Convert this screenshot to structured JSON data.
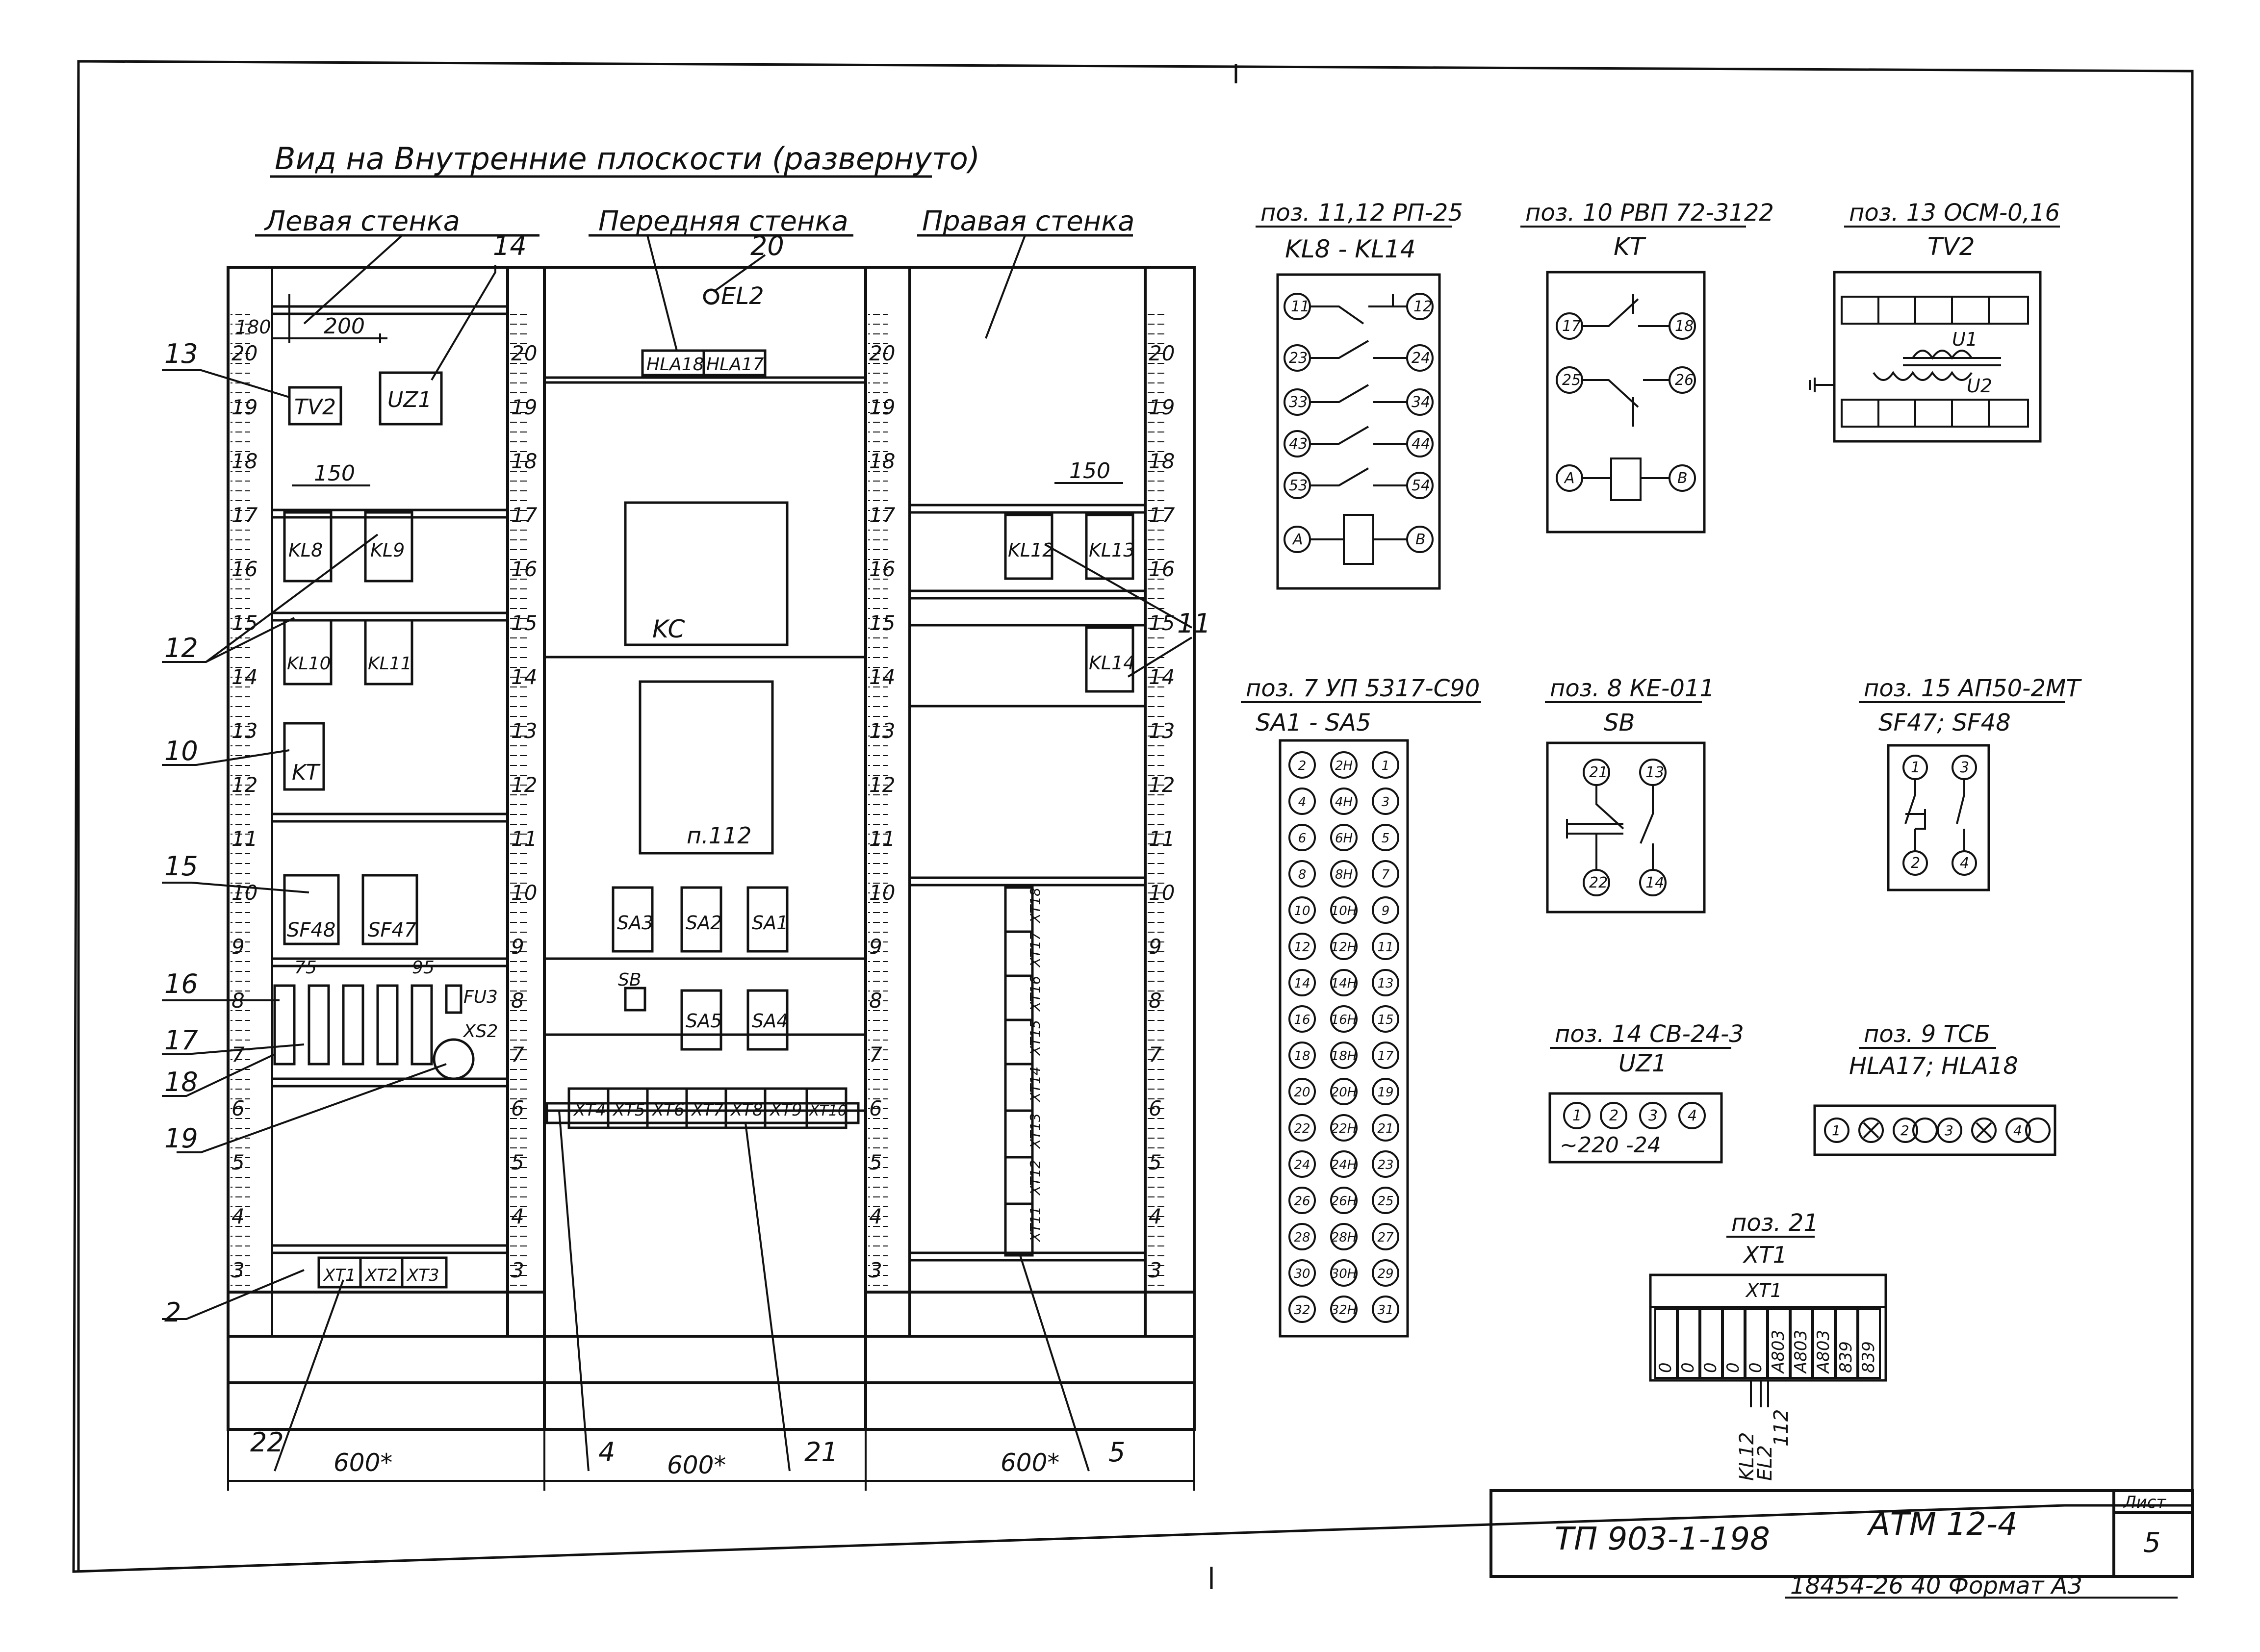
{
  "title": "Вид на Внутренние плоскости (развернуто)",
  "walls": {
    "left": "Левая стенка",
    "front": "Передняя стенка",
    "right": "Правая стенка"
  },
  "scale_left": [
    "20",
    "19",
    "18",
    "17",
    "16",
    "15",
    "14",
    "13",
    "12",
    "11",
    "10",
    "9",
    "8",
    "7",
    "6",
    "5",
    "4",
    "3"
  ],
  "dimensions": {
    "d180": "180",
    "d200": "200",
    "d150a": "150",
    "d150b": "150",
    "d75": "75",
    "d95": "95",
    "w_left": "600*",
    "w_front": "600*",
    "w_right": "600*"
  },
  "callouts": [
    "13",
    "14",
    "12",
    "10",
    "15",
    "16",
    "17",
    "18",
    "19",
    "2",
    "22",
    "4",
    "21",
    "5",
    "20",
    "11"
  ],
  "left_devices": [
    "TV2",
    "UZ1",
    "KL8",
    "KL9",
    "KL10",
    "KL11",
    "KT",
    "SF48",
    "SF47",
    "FU3",
    "XS2",
    "XT1",
    "XT2",
    "XT3"
  ],
  "front_devices": [
    "EL2",
    "HLA18",
    "HLA17",
    "KC",
    "п.112",
    "SA3",
    "SA2",
    "SA1",
    "SB",
    "SA5",
    "SA4",
    "XT4",
    "XT5",
    "XT6",
    "XT7",
    "XT8",
    "XT9",
    "XT10"
  ],
  "right_devices": [
    "KL12",
    "KL13",
    "KL14",
    "XT18",
    "XT17",
    "XT16",
    "XT15",
    "XT14",
    "XT13",
    "XT12",
    "XT11"
  ],
  "specs": {
    "rp25": {
      "title": "поз. 11,12 РП-25",
      "sub": "KL8 - KL14",
      "terms": [
        "11",
        "12",
        "23",
        "24",
        "33",
        "34",
        "43",
        "44",
        "53",
        "54",
        "A",
        "B"
      ]
    },
    "rvp": {
      "title": "поз. 10 РВП 72-3122",
      "sub": "KT",
      "terms": [
        "17",
        "18",
        "25",
        "26",
        "A",
        "B"
      ]
    },
    "osm": {
      "title": "поз. 13 ОСМ-0,16",
      "sub": "TV2",
      "u1": "U1",
      "u2": "U2"
    },
    "up5317": {
      "title": "поз. 7 УП 5317-С90",
      "sub": "SA1 - SA5",
      "rows": [
        [
          "2",
          "2Н",
          "1"
        ],
        [
          "4",
          "4Н",
          "3"
        ],
        [
          "6",
          "6Н",
          "5"
        ],
        [
          "8",
          "8Н",
          "7"
        ],
        [
          "10",
          "10Н",
          "9"
        ],
        [
          "12",
          "12Н",
          "11"
        ],
        [
          "14",
          "14Н",
          "13"
        ],
        [
          "16",
          "16Н",
          "15"
        ],
        [
          "18",
          "18Н",
          "17"
        ],
        [
          "20",
          "20Н",
          "19"
        ],
        [
          "22",
          "22Н",
          "21"
        ],
        [
          "24",
          "24Н",
          "23"
        ],
        [
          "26",
          "26Н",
          "25"
        ],
        [
          "28",
          "28Н",
          "27"
        ],
        [
          "30",
          "30Н",
          "29"
        ],
        [
          "32",
          "32Н",
          "31"
        ]
      ]
    },
    "ke011": {
      "title": "поз. 8 КЕ-011",
      "sub": "SB",
      "terms": [
        "21",
        "13",
        "22",
        "14"
      ]
    },
    "ap50": {
      "title": "поз. 15 АП50-2МТ",
      "sub": "SF47; SF48",
      "terms": [
        "1",
        "3",
        "2",
        "4"
      ]
    },
    "sv24": {
      "title": "поз. 14 СВ-24-3",
      "sub": "UZ1",
      "terms": [
        "1",
        "2",
        "3",
        "4"
      ],
      "volt": "~220  -24"
    },
    "tsb": {
      "title": "поз. 9 ТСБ",
      "sub": "HLA17; HLA18",
      "terms": [
        "1",
        "2",
        "3",
        "4"
      ]
    },
    "xt1": {
      "title": "поз. 21",
      "sub": "XT1",
      "head": "XT1",
      "labels": [
        "0",
        "0",
        "0",
        "0",
        "0",
        "A803",
        "A803",
        "A803",
        "839",
        "839"
      ],
      "wires": [
        "KL12",
        "EL2",
        "112"
      ]
    }
  },
  "stamp": {
    "code": "ТП 903-1-198",
    "doc": "АТМ 12-4",
    "sheet_label": "Лист",
    "sheet_no": "5"
  },
  "footer": "18454-26  40  Формат А3"
}
